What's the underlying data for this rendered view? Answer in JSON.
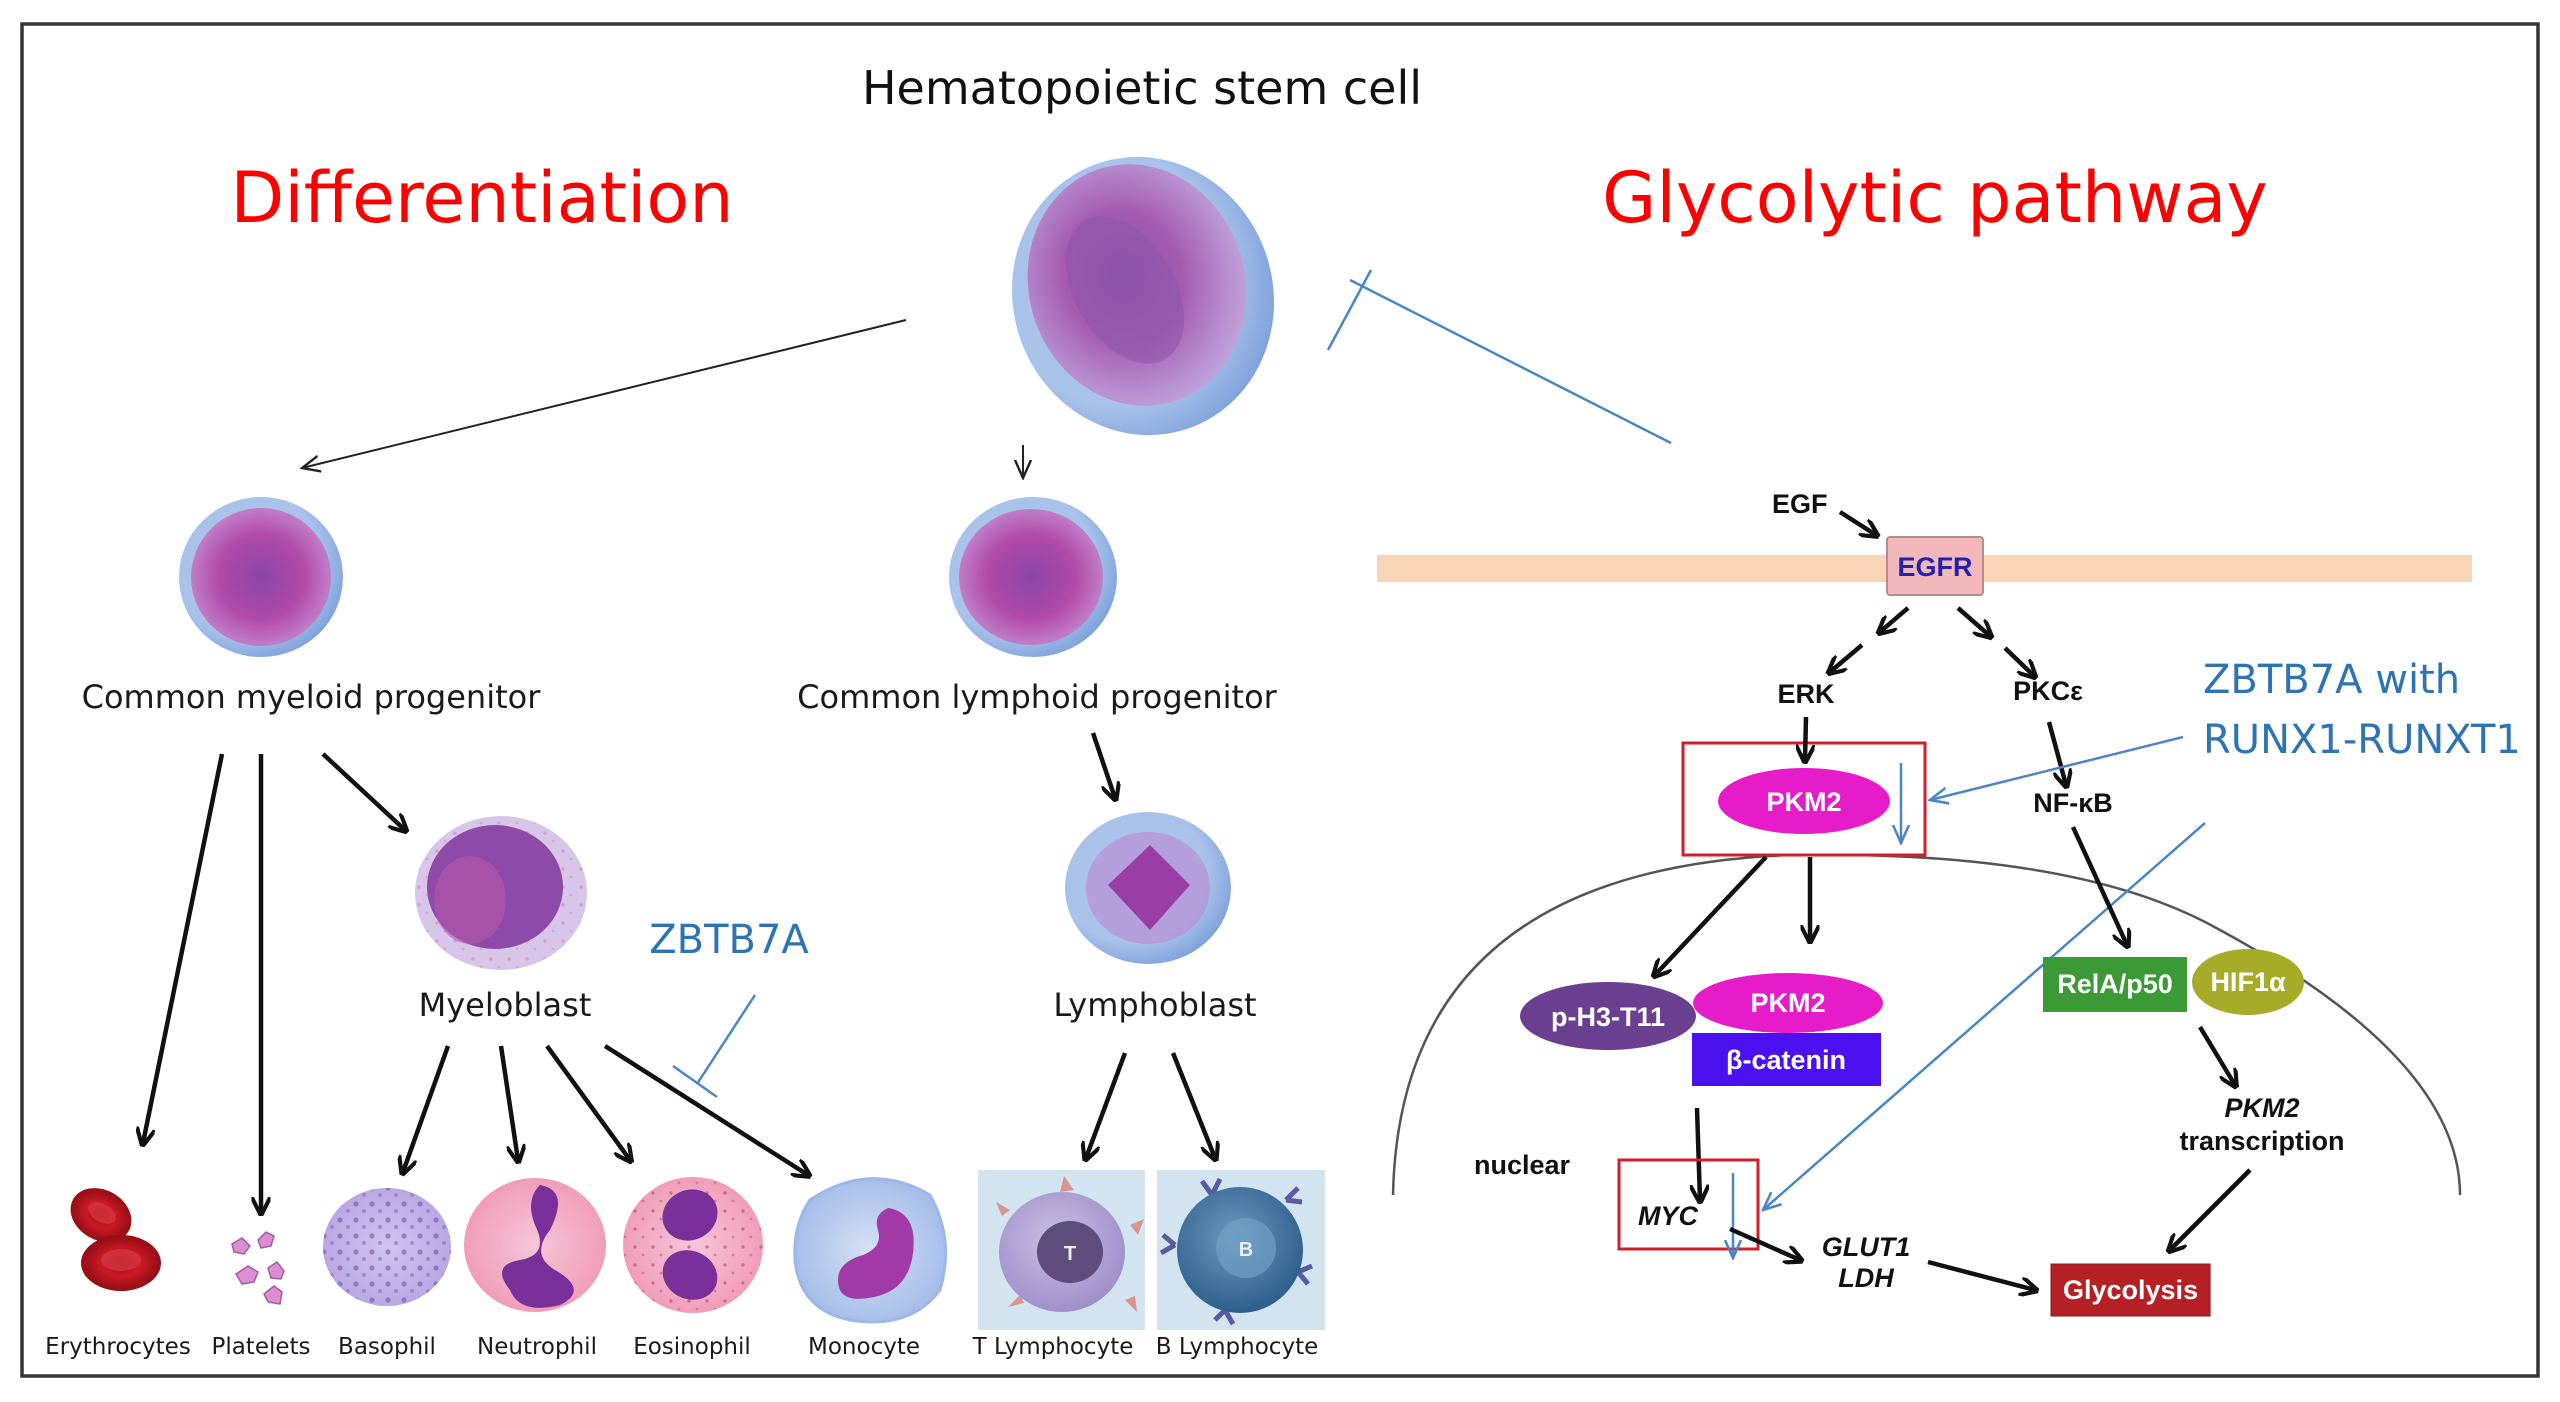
{
  "title": "Hematopoietic stem cell",
  "headings": {
    "left": "Differentiation",
    "right": "Glycolytic pathway"
  },
  "differentiation": {
    "stem_cell": "Hematopoietic stem cell",
    "progenitors": {
      "myeloid": "Common myeloid progenitor",
      "lymphoid": "Common lymphoid progenitor"
    },
    "blasts": {
      "myeloblast": "Myeloblast",
      "lymphoblast": "Lymphoblast"
    },
    "inhibitor": "ZBTB7A",
    "mature_cells": [
      {
        "label": "Erythrocytes"
      },
      {
        "label": "Platelets"
      },
      {
        "label": "Basophil"
      },
      {
        "label": "Neutrophil"
      },
      {
        "label": "Eosinophil"
      },
      {
        "label": "Monocyte"
      },
      {
        "label": "T Lymphocyte",
        "badge": "T"
      },
      {
        "label": "B Lymphocyte",
        "badge": "B"
      }
    ]
  },
  "pathway": {
    "ligand": "EGF",
    "receptor": "EGFR",
    "erk": "ERK",
    "pkc": "PKCε",
    "nfkb": "NF-κB",
    "pkm2_cyto": "PKM2",
    "inhibitor_line1": "ZBTB7A with",
    "inhibitor_line2": "RUNX1-RUNXT1",
    "ph3": "p-H3-T11",
    "pkm2_nuc": "PKM2",
    "bcatenin": "β-catenin",
    "rela": "RelA/p50",
    "hif": "HIF1α",
    "pkm2_transcription_line1": "PKM2",
    "pkm2_transcription_line2": "transcription",
    "nuclear": "nuclear",
    "myc": "MYC",
    "glut1": "GLUT1",
    "ldh": "LDH",
    "glycolysis": "Glycolysis"
  },
  "colors": {
    "heading_red": "#ff0000",
    "annotation_blue": "#2e74b5",
    "membrane": "#f9d5b8",
    "egfr_fill": "#f2b8bc",
    "egfr_text": "#2222aa",
    "pkm2": "#e61cc8",
    "ph3": "#6a3f8f",
    "bcatenin": "#4a10f0",
    "rela": "#3a9a35",
    "hif": "#a6ac28",
    "glycolysis": "#b52025",
    "highlight_box": "#d01f2a"
  }
}
